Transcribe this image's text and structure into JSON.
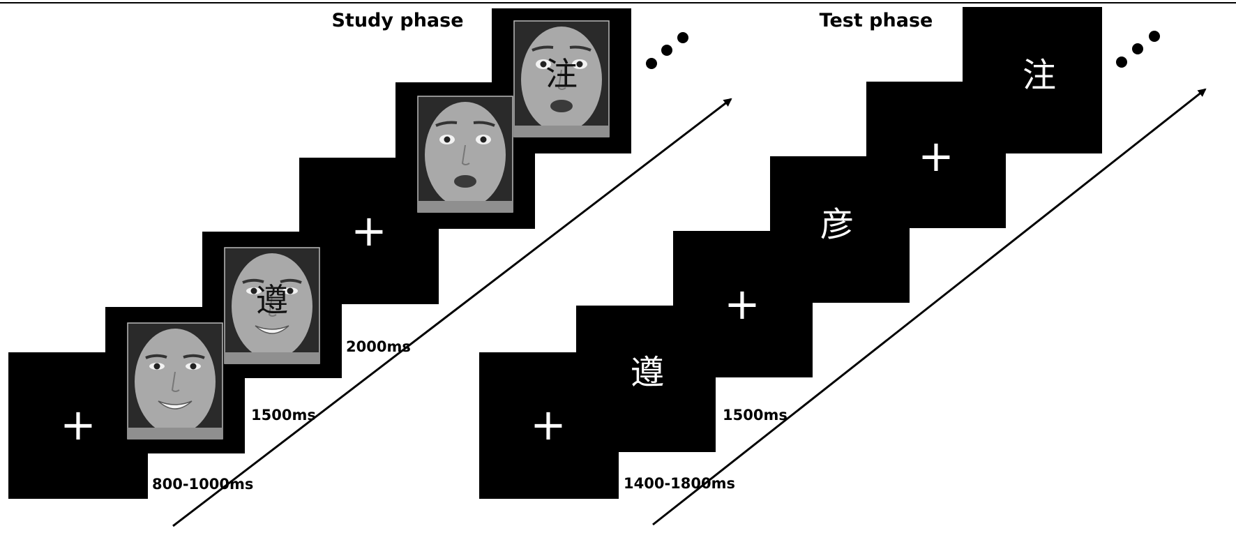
{
  "study": {
    "title": "Study phase",
    "timings": [
      "800-1000ms",
      "1500ms",
      "2000ms"
    ],
    "stimuli": [
      {
        "kind": "fixation",
        "glyph": "+"
      },
      {
        "kind": "face",
        "expression": "happy",
        "word": ""
      },
      {
        "kind": "face",
        "expression": "happy",
        "word": "遵"
      },
      {
        "kind": "fixation",
        "glyph": "+"
      },
      {
        "kind": "face",
        "expression": "fearful",
        "word": ""
      },
      {
        "kind": "face",
        "expression": "fearful",
        "word": "注"
      }
    ]
  },
  "test": {
    "title": "Test phase",
    "timings": [
      "1400-1800ms",
      "1500ms"
    ],
    "stimuli": [
      {
        "kind": "fixation",
        "glyph": "+"
      },
      {
        "kind": "word",
        "glyph": "遵"
      },
      {
        "kind": "fixation",
        "glyph": "+"
      },
      {
        "kind": "word",
        "glyph": "彦"
      },
      {
        "kind": "fixation",
        "glyph": "+"
      },
      {
        "kind": "word",
        "glyph": "注"
      }
    ]
  },
  "colors": {
    "screen": "#000000",
    "face_skin": "#a9a9a9",
    "face_bg": "#2a2a2a",
    "glyph_light": "#ffffff",
    "glyph_dark": "#111111",
    "text": "#000000"
  }
}
